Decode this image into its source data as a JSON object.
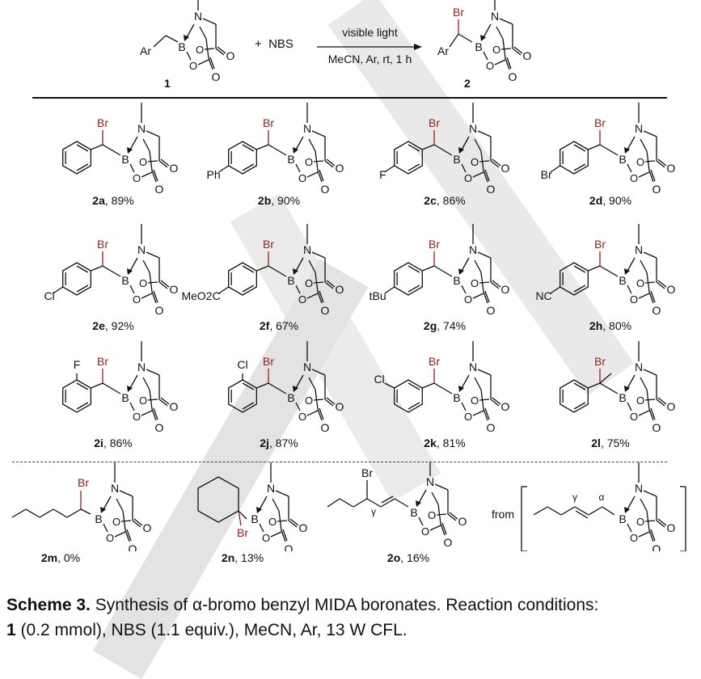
{
  "atoms": {
    "N": "N",
    "B": "B",
    "O": "O",
    "Br": "Br",
    "Ar": "Ar"
  },
  "colors": {
    "bromine": "#9b1b1b",
    "bond": "#111111",
    "watermark": "#e3e3e3"
  },
  "reaction": {
    "reactant_label": "1",
    "plus_reagent": "+  NBS",
    "conditions_above": "visible light",
    "conditions_below": "MeCN, Ar, rt, 1 h",
    "product_label": "2"
  },
  "compounds": [
    {
      "id": "2a",
      "yield": "89%",
      "sub": "",
      "pos": ""
    },
    {
      "id": "2b",
      "yield": "90%",
      "sub": "Ph",
      "pos": "para"
    },
    {
      "id": "2c",
      "yield": "86%",
      "sub": "F",
      "pos": "para"
    },
    {
      "id": "2d",
      "yield": "90%",
      "sub": "Br",
      "pos": "para"
    },
    {
      "id": "2e",
      "yield": "92%",
      "sub": "Cl",
      "pos": "para"
    },
    {
      "id": "2f",
      "yield": "67%",
      "sub": "MeO2C",
      "pos": "para"
    },
    {
      "id": "2g",
      "yield": "74%",
      "sub": "tBu",
      "pos": "para"
    },
    {
      "id": "2h",
      "yield": "80%",
      "sub": "NC",
      "pos": "para"
    },
    {
      "id": "2i",
      "yield": "86%",
      "sub": "F",
      "pos": "ortho"
    },
    {
      "id": "2j",
      "yield": "87%",
      "sub": "Cl",
      "pos": "ortho"
    },
    {
      "id": "2k",
      "yield": "81%",
      "sub": "Cl",
      "pos": "meta"
    },
    {
      "id": "2l",
      "yield": "75%",
      "sub": "",
      "pos": "",
      "methyl": true
    }
  ],
  "bottom": [
    {
      "id": "2m",
      "yield": "0%"
    },
    {
      "id": "2n",
      "yield": "13%"
    },
    {
      "id": "2o",
      "yield": "16%",
      "gamma": "γ"
    }
  ],
  "precursor": {
    "from_label": "from",
    "gamma": "γ",
    "alpha": "α"
  },
  "caption": {
    "bold": "Scheme 3.",
    "text": " Synthesis of α-bromo benzyl MIDA boronates. Reaction conditions:",
    "line2_bold": "1",
    "line2": " (0.2 mmol), NBS (1.1 equiv.), MeCN, Ar, 13 W CFL."
  }
}
